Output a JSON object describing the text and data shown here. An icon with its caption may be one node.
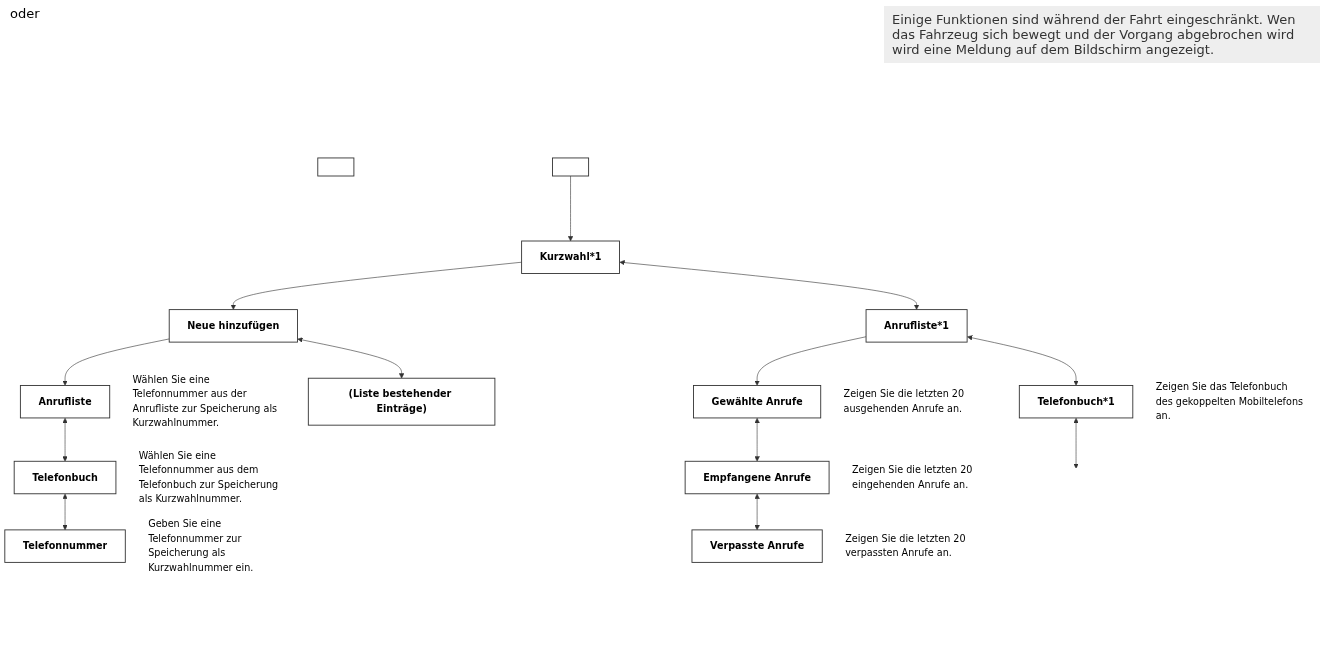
{
  "diagram": {
    "nodes": [
      {
        "text": [],
        "shape": "box"
      },
      {
        "text": [],
        "shape": "box"
      },
      {
        "text": [
          "Kurzwahl*1"
        ]
      },
      {
        "text": [
          "Neue hinzufügen"
        ]
      },
      {
        "text": [
          "Anrufliste"
        ],
        "beside": [
          "Wählen Sie eine Telefonnummer aus der Anrufliste zur Speicherung als Kurzwahlnummer."
        ]
      },
      {
        "text": [
          "Telefonbuch"
        ],
        "beside": [
          "Wählen Sie eine Telefonnummer aus dem Telefonbuch zur Speicherung als Kurzwahlnummer."
        ]
      },
      {
        "text": [
          "Telefonnummer"
        ],
        "beside": [
          "Geben Sie eine Telefonnummer zur Speicherung als Kurzwahlnummer ein."
        ]
      },
      {
        "text": [
          "(Liste bestehender Einträge)"
        ]
      },
      {
        "text": [
          "Anrufliste*1"
        ]
      },
      {
        "text": [
          "Gewählte Anrufe"
        ],
        "beside": [
          "Zeigen Sie die letzten 20 ausgehenden Anrufe an."
        ]
      },
      {
        "text": [
          "Empfangene Anrufe"
        ],
        "beside": [
          "Zeigen Sie die letzten 20 eingehenden Anrufe an."
        ]
      },
      {
        "text": [
          "Verpasste Anrufe"
        ],
        "beside": [
          "Zeigen Sie die letzten 20 verpassten Anrufe an."
        ]
      },
      {
        "text": [
          "Telefonbuch*1"
        ],
        "beside": [
          "Zeigen Sie das Telefonbuch des gekoppelten Mobiltelefons an."
        ]
      }
    ],
    "edges": [
      {
        "from": 1,
        "to": 2,
        "arrow": "to"
      },
      {
        "from": 2,
        "to": 3,
        "arrow": "to"
      },
      {
        "from": 3,
        "to": 4,
        "arrow": "to"
      },
      {
        "from": 4,
        "to": 5,
        "arrow": "both"
      },
      {
        "from": 5,
        "to": 6,
        "arrow": "both"
      },
      {
        "from": 3,
        "to": 7,
        "arrow": "both"
      },
      {
        "from": 2,
        "to": 8,
        "arrow": "both"
      },
      {
        "from": 8,
        "to": 9,
        "arrow": "to"
      },
      {
        "from": 9,
        "to": 10,
        "arrow": "both"
      },
      {
        "from": 10,
        "to": 11,
        "arrow": "both"
      },
      {
        "from": 8,
        "to": 12,
        "arrow": "both"
      },
      {
        "from": 12,
        "to": null,
        "arrow": "both"
      }
    ],
    "labels": [
      "oder",
      "Einige Funktionen sind während der Fahrt eingeschränkt. Wen das Fahrzeug sich bewegt und der Vorgang abgebrochen wird wird eine Meldung auf dem Bildschirm angezeigt."
    ]
  }
}
